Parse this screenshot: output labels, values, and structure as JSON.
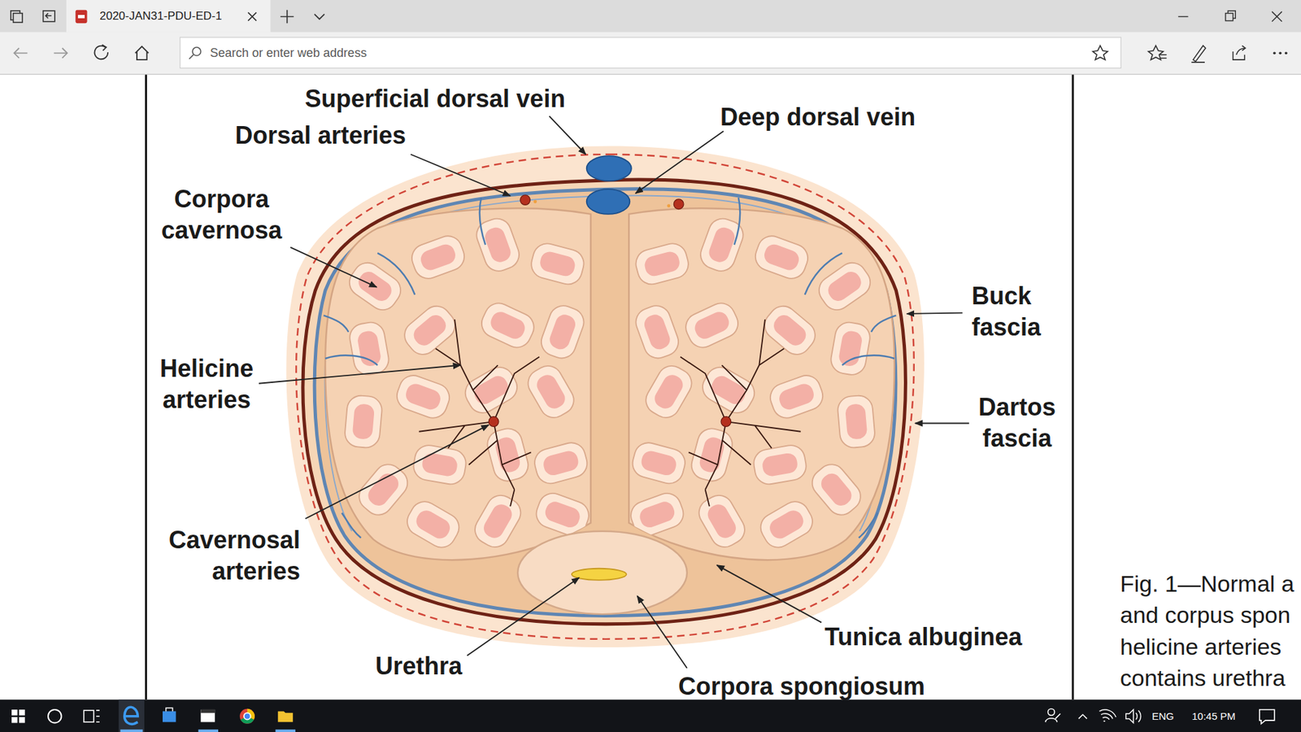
{
  "diagram": {
    "labels": [
      "2020-JAN31-PDU-ED-1",
      "Search or enter web address",
      "Superficial dorsal vein",
      "Dorsal arteries",
      "Deep dorsal vein",
      "Corpora cavernosa",
      "Buck fascia",
      "Helicine arteries",
      "Dartos fascia",
      "Cavernosal arteries",
      "Tunica albuginea",
      "Urethra",
      "Corpora spongiosum",
      "Fig. 1—Normal a",
      "and corpus spon",
      "helicine arteries",
      "contains urethra",
      "ENG",
      "10:45 PM"
    ]
  }
}
